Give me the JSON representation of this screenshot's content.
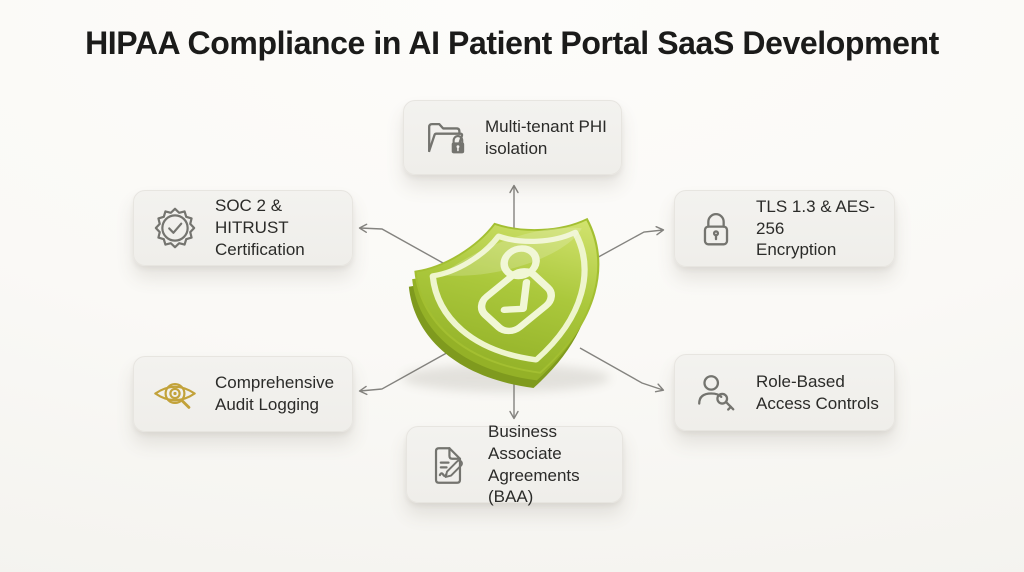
{
  "title": "HIPAA Compliance in AI Patient Portal SaaS Development",
  "center": {
    "icon": "shield-lock-check-icon",
    "description": "green 3D shield with padlock and checkmark"
  },
  "nodes": {
    "multi_tenant": {
      "icon": "folder-lock-icon",
      "line1": "Multi-tenant PHI",
      "line2": "isolation"
    },
    "soc2": {
      "icon": "certificate-seal-check-icon",
      "line1": "SOC 2 & HITRUST",
      "line2": "Certification"
    },
    "tls": {
      "icon": "padlock-icon",
      "line1": "TLS 1.3 & AES-256",
      "line2": "Encryption"
    },
    "audit": {
      "icon": "audit-eye-magnifier-icon",
      "line1": "Comprehensive",
      "line2": "Audit Logging"
    },
    "rbac": {
      "icon": "user-key-icon",
      "line1": "Role-Based",
      "line2": "Access Controls"
    },
    "baa": {
      "icon": "document-signature-pen-icon",
      "line1": "Business Associate",
      "line2": "Agreements (BAA)"
    }
  },
  "colors": {
    "background": "#fbfaf7",
    "card": "#f1f0ed",
    "card_text": "#2b2b29",
    "title_text": "#1b1b1a",
    "icon_gray": "#74746f",
    "audit_gold": "#c2a23a",
    "connector_gray": "#84837f",
    "shield_face_green": "#a7c636",
    "shield_side_green": "#7f9a1e",
    "shield_outline_cream": "#eef5cd"
  }
}
